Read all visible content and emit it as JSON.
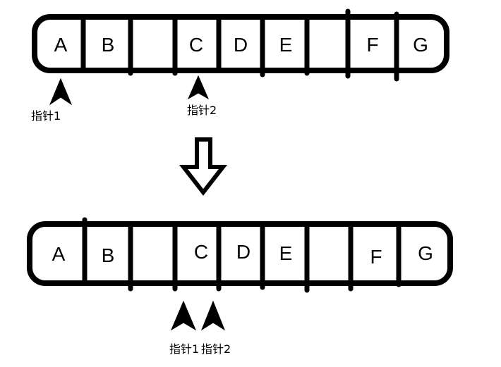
{
  "top_array": {
    "cells": [
      "A",
      "B",
      "",
      "C",
      "D",
      "E",
      "",
      "F",
      "G"
    ]
  },
  "top_pointers": [
    {
      "label": "指针1"
    },
    {
      "label": "指针2"
    }
  ],
  "bottom_array": {
    "cells": [
      "A",
      "B",
      "",
      "C",
      "D",
      "E",
      "",
      "F",
      "G"
    ]
  },
  "bottom_pointers": [
    {
      "label": "指针1"
    },
    {
      "label": "指针2"
    }
  ],
  "colors": {
    "ink": "#000000",
    "background": "#ffffff"
  }
}
